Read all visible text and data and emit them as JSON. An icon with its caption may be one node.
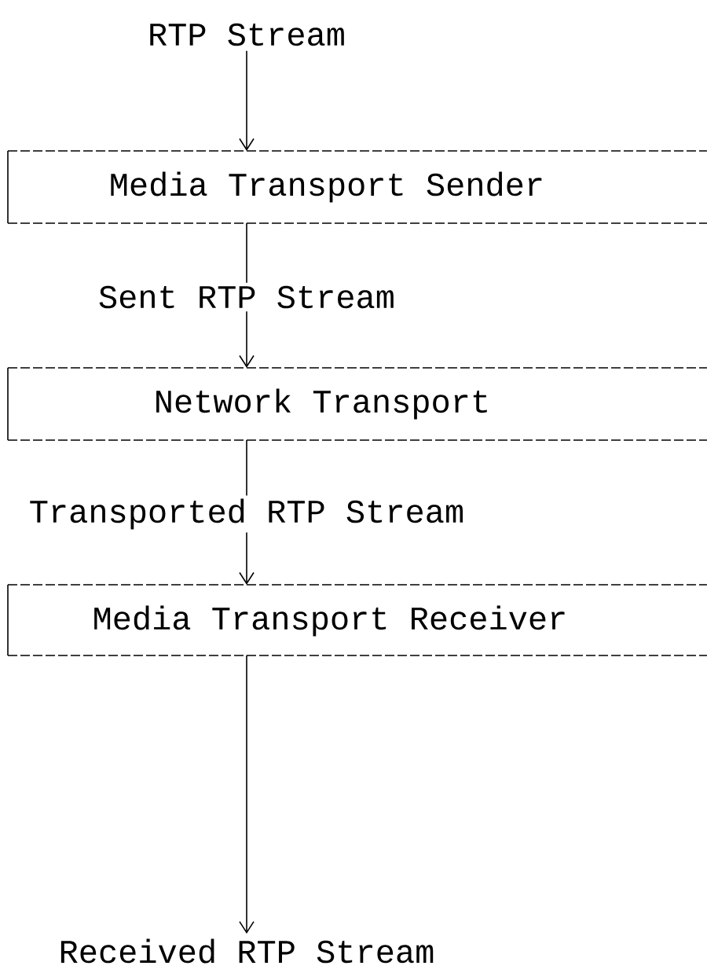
{
  "diagram": {
    "nodes": [
      {
        "text": [
          "RTP Stream"
        ]
      },
      {
        "text": [
          "Media Transport Sender"
        ]
      },
      {
        "text": [
          "Network Transport"
        ]
      },
      {
        "text": [
          "Media Transport Receiver"
        ]
      },
      {
        "text": [
          "Received RTP Stream"
        ]
      }
    ],
    "edges": [
      {
        "from": 0,
        "to": 1,
        "arrow": "to"
      },
      {
        "from": 1,
        "to": 2,
        "arrow": "to",
        "label": "Sent RTP Stream"
      },
      {
        "from": 2,
        "to": 3,
        "arrow": "to",
        "label": "Transported RTP Stream"
      },
      {
        "from": 3,
        "to": 4,
        "arrow": "to"
      }
    ]
  }
}
